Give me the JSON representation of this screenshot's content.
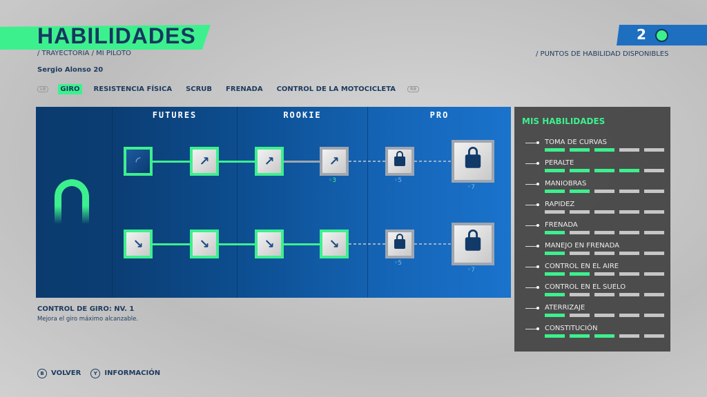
{
  "header": {
    "title": "HABILIDADES",
    "breadcrumb": "/ TRAYECTORIA  / MI PILOTO",
    "rider": "Sergio Alonso  20"
  },
  "tabs": {
    "left_button": "LB",
    "right_button": "RB",
    "items": [
      "GIRO",
      "RESISTENCIA FÍSICA",
      "SCRUB",
      "FRENADA",
      "CONTROL DE LA MOTOCICLETA"
    ],
    "active": 0
  },
  "points": {
    "value": "2",
    "label": "/ PUNTOS DE HABILIDAD DISPONIBLES"
  },
  "tree": {
    "columns": [
      "FUTURES",
      "ROOKIE",
      "PRO"
    ],
    "rows": [
      {
        "nodes": [
          {
            "state": "selected",
            "icon": "turn-gauge-icon"
          },
          {
            "state": "unlocked",
            "icon": "arrow-up-right-icon"
          },
          {
            "state": "unlocked",
            "icon": "arrow-up-right-icon"
          },
          {
            "state": "available",
            "icon": "arrow-up-right-icon",
            "cost": "3"
          },
          {
            "state": "locked",
            "icon": "lock-icon",
            "cost": "5"
          },
          {
            "state": "locked",
            "icon": "lock-icon",
            "cost": "7",
            "big": true
          }
        ]
      },
      {
        "nodes": [
          {
            "state": "unlocked",
            "icon": "arrow-down-icon"
          },
          {
            "state": "unlocked",
            "icon": "arrow-down-icon"
          },
          {
            "state": "unlocked",
            "icon": "arrow-down-icon"
          },
          {
            "state": "unlocked",
            "icon": "arrow-down-icon"
          },
          {
            "state": "locked",
            "icon": "lock-icon",
            "cost": "5"
          },
          {
            "state": "locked",
            "icon": "lock-icon",
            "cost": "7",
            "big": true
          }
        ]
      }
    ]
  },
  "description": {
    "title": "CONTROL DE GIRO: NV. 1",
    "text": "Mejora el giro máximo alcanzable."
  },
  "footer": {
    "back_button": "B",
    "back": "VOLVER",
    "info_button": "Y",
    "info": "INFORMACIÓN"
  },
  "stats": {
    "title": "MIS HABILIDADES",
    "max": 5,
    "items": [
      {
        "label": "TOMA DE CURVAS",
        "level": 3
      },
      {
        "label": "PERALTE",
        "level": 4
      },
      {
        "label": "MANIOBRAS",
        "level": 2
      },
      {
        "label": "RAPIDEZ",
        "level": 0
      },
      {
        "label": "FRENADA",
        "level": 1
      },
      {
        "label": "MANEJO EN FRENADA",
        "level": 1
      },
      {
        "label": "CONTROL EN EL AIRE",
        "level": 2
      },
      {
        "label": "CONTROL EN EL SUELO",
        "level": 1
      },
      {
        "label": "ATERRIZAJE",
        "level": 1
      },
      {
        "label": "CONSTITUCIÓN",
        "level": 3
      }
    ]
  },
  "colors": {
    "accent": "#3df08e",
    "blue": "#1f6fc0",
    "navy": "#16385e"
  }
}
